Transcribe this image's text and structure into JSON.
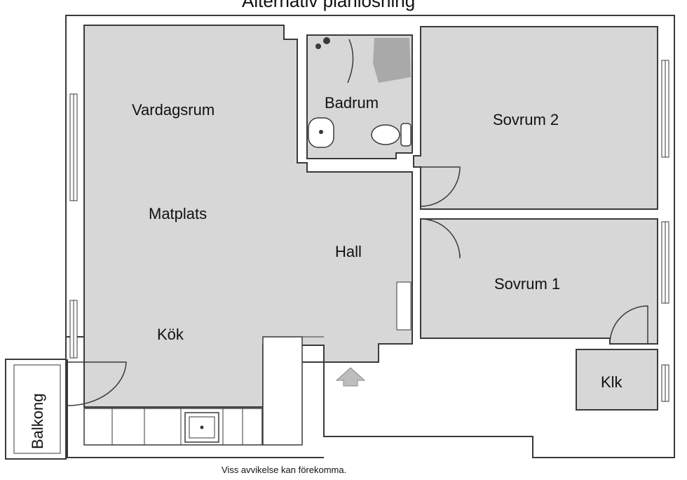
{
  "plan": {
    "title": "Alternativ planlösning",
    "footer_note": "Viss avvikelse kan förekomma.",
    "rooms": {
      "vardagsrum": "Vardagsrum",
      "matplats": "Matplats",
      "kok": "Kök",
      "hall": "Hall",
      "badrum": "Badrum",
      "sovrum2": "Sovrum 2",
      "sovrum1": "Sovrum 1",
      "klk": "Klk",
      "balkong": "Balkong"
    },
    "colors": {
      "floor": "#d7d7d7",
      "wall": "#3a3a3a",
      "background": "#ffffff"
    }
  }
}
